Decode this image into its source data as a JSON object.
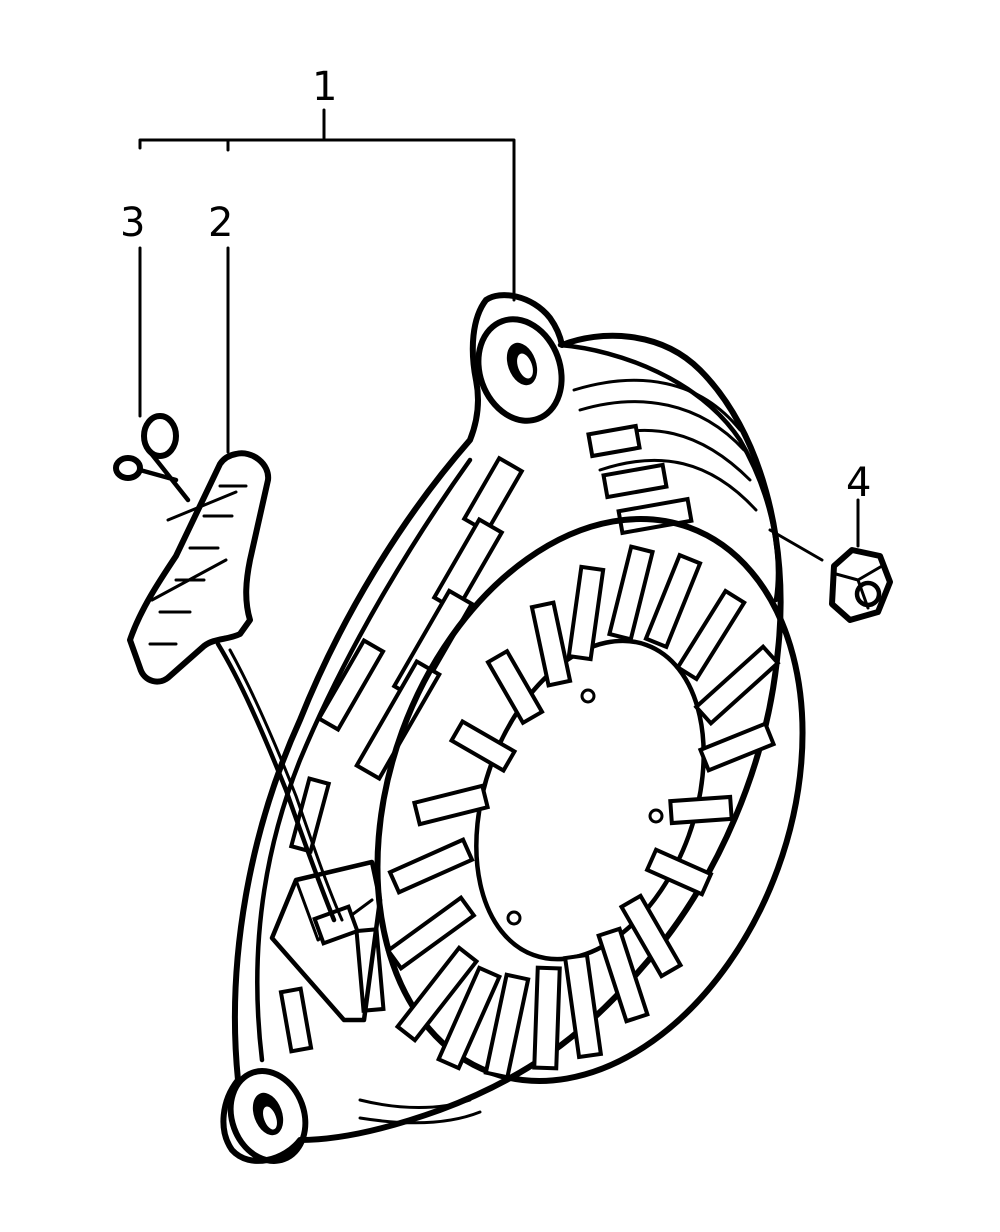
{
  "diagram": {
    "colors": {
      "ink": "#000000",
      "background": "#ffffff"
    },
    "callouts": [
      {
        "id": "1",
        "label": "1"
      },
      {
        "id": "2",
        "label": "2"
      },
      {
        "id": "3",
        "label": "3"
      },
      {
        "id": "4",
        "label": "4"
      }
    ],
    "parts": [
      {
        "callout": "1",
        "name": "recoil-starter-assembly"
      },
      {
        "callout": "2",
        "name": "starter-grip"
      },
      {
        "callout": "3",
        "name": "rope-knot-clip"
      },
      {
        "callout": "4",
        "name": "flange-nut"
      }
    ]
  }
}
